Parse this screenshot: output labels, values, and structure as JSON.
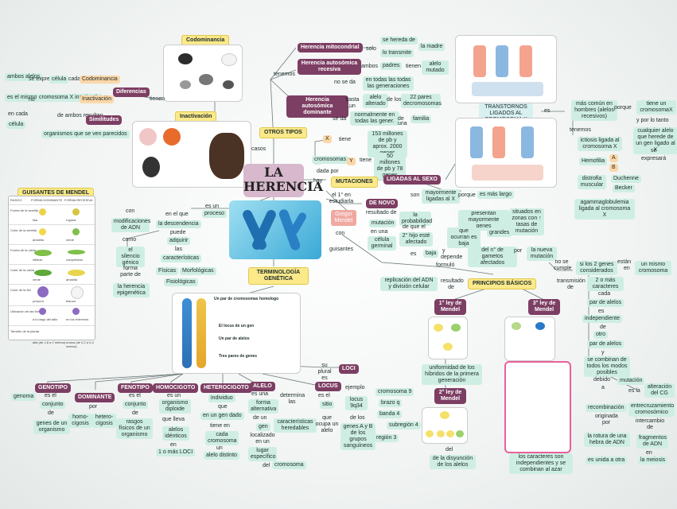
{
  "title": "LA HERENCIA",
  "colors": {
    "purple": "#7d3e63",
    "green": "#cfeee3",
    "yellow": "#fbe98a",
    "teal": "#d8f0f0",
    "orange": "#fbd7a8"
  },
  "codominancia": {
    "title": "Codominancia",
    "left": [
      "ambos alelos",
      "se expresa",
      "célula",
      "cada",
      "Codominancia"
    ],
    "diferencias": "Diferencias",
    "tienen": "tienen",
    "inact": [
      "es el mismo",
      "no",
      "cromosoma X inactivado",
      "Inactivación",
      "en cada",
      "célula"
    ],
    "sim": [
      "de ambos resultan",
      "Similitudes",
      "organismos que se ven parecidos"
    ]
  },
  "inactivacion": {
    "title": "Inactivación"
  },
  "otros": {
    "title": "OTROS TIPOS",
    "tenemos": "tenemos",
    "casos": "casos",
    "mito": "Herencia mitocondrial",
    "mito_solo": "solo",
    "mito_a": "se hereda de",
    "mito_b": "la madre",
    "mito_c": "lo transmite",
    "rec": "Herencia autosómica recesiva",
    "rec_ambos": "ambos",
    "rec_padres": "padres",
    "rec_tienen": "tienen",
    "rec_alelo": "alelo mutado",
    "rec_nose": "no se da",
    "rec_gen": "en todas las todas las generaciones",
    "dom": "Herencia autosómica dominante",
    "dom_basta": "basta un",
    "dom_alelo": "alelo alterado",
    "dom_de": "de los",
    "dom_pares": "22 pares decromosomas",
    "dom_seda": "se da",
    "dom_norm": "normalmente en todas las gener.",
    "dom_de2": "de",
    "dom_una": "una",
    "dom_fam": "familia"
  },
  "cromosomas": {
    "x": "X",
    "tiene": "tiene",
    "x_val": "153 millones de pb y aprox. 2000 genes",
    "crom": "cromosomas",
    "y": "Y",
    "y_val": "50 millones de pb y 78 genes",
    "dada": "dada por",
    "hay": "hay"
  },
  "ligadas": {
    "title": "LIGADAS AL SEXO",
    "son": "son",
    "mayormente": "mayormente ligadas al X",
    "porque": "porque",
    "largo": "es más largo",
    "trastornos": "TRANSTORNOS LIGADOS AL CROMOSOMA X",
    "es": "es",
    "comun": "más común en hombres (alelos recesivos)",
    "porque2": "porque",
    "tiene": "tiene un cromosomaX",
    "y_por_lo": "y por lo tanto",
    "cualquier": "cualquier alelo que herede de un gen ligado al X",
    "se": "se",
    "expresara": "expresará",
    "tenemos": "tenemos",
    "ictiosis": "ictiosis ligada al cromosoma X",
    "hemofilia": "Hemofilia",
    "a": "A",
    "b": "B",
    "distrofia": "distrofia muscular",
    "duchenne": "Duchenne",
    "becker": "Becker",
    "agamma": "agammaglobulemia ligada al cromosoma X"
  },
  "mutaciones": {
    "title": "MUTACIONES",
    "denovo": "DE NOVO",
    "resultado": "resultado de",
    "mut": "mutación",
    "enuna": "en una",
    "celula": "célula germinal",
    "prob": "la probabilidad",
    "dequeel": "de que el",
    "hijo": "2° hijo esté afectado",
    "es": "es",
    "baja": "baja",
    "presentan": "presentan mayormente genes",
    "situados": "situados en zonas con ↑ tasas de mutación",
    "grandes": "grandes",
    "ocurran": "que ocurran es baja",
    "y": "y",
    "depende": "depende",
    "gametos": "del n° de gametos afectados",
    "por": "por",
    "nueva": "la nueva mutación",
    "estudiarla": "el 1° en estudiarla",
    "gregor": "Gregor Mendel",
    "con": "con",
    "guisantes": "guisantes",
    "formulo": "formuló"
  },
  "principios": {
    "title": "PRINCIPIOS BÁSICOS",
    "replic": "replicación del ADN y división celular",
    "resultado": "resultado de",
    "ley1": "1° ley de Mendel",
    "ley2": "2° ley de Mendel",
    "ley3": "3° ley de Mendel",
    "unif": "uniformidad de los híbridos de la primera generación",
    "disy": "de la disyunción de los alelos",
    "del": "del",
    "indep": "los caracteres son independientes y se combinan al azar",
    "nose": "no se cumple",
    "si": "si los 2 genes considerados",
    "estan": "están",
    "en": "en",
    "mismo": "un mismo cromosoma",
    "trans": "transmisión de",
    "dos": "2 o más caracteres",
    "cada": "cada",
    "par": "par de alelos",
    "es": "es",
    "indep2": "independiente",
    "de": "de",
    "otro": "otro",
    "par2": "par de alelos",
    "y": "y",
    "combinan": "se combinan de todos los modos posibles",
    "debido": "debido",
    "a": "a",
    "mut": "mutación",
    "esla": "es la",
    "alter": "alteración del CG",
    "recomb": "recombinación",
    "entrecruz": "entrecruzamiento cromosómico",
    "originada": "originada por",
    "intercambio": "intercambio de",
    "rotura": "la rotura de una hebra de ADN",
    "fragm": "fragmentos de ADN",
    "unida": "es unida a otra",
    "meiosis": "la meiosis"
  },
  "guisantes": {
    "title": "GUISANTES DE MENDEL",
    "headers": [
      "RASGO",
      "FORMA DOMINANTE",
      "FORMA RECESIVA"
    ],
    "rows": [
      "Forma de la semilla",
      "Color de la semilla",
      "Forma de la vaina",
      "Color de la vaina",
      "Color de la flor",
      "Ubicación de las flores",
      "Tamaño de la planta"
    ],
    "dom": [
      "lisa",
      "amarilla",
      "inflada",
      "verde",
      "púrpura",
      "a lo largo del tallo",
      "alta (de 1,8 a 2 metros)"
    ],
    "rec": [
      "rugosa",
      "verde",
      "comprimida",
      "amarilla",
      "blanca",
      "en los extremos",
      "enana (de 0,2 a 0,4 metros)"
    ]
  },
  "terminologia": {
    "title": "TERMINOLOGÍA GENÉTICA",
    "es_un": "es un",
    "proceso": "proceso",
    "en_el_que": "en el que",
    "desc": "la descendencia",
    "puede": "puede",
    "adquirir": "adquirir",
    "las": "las",
    "car": "características",
    "fis": "Físicas",
    "mor": "Morfológicas",
    "fisio": "Fisiológicas",
    "con": "con",
    "modif": "modificaciones de ADN",
    "como": "como",
    "sil": "el silencio génico",
    "forma": "forma parte de",
    "epi": "la herencia epigenética",
    "img1": "Un par de cromosomas homologo",
    "img2": "El locus de un gen",
    "img3": "Un par de alelos",
    "img4": "Tres pares de genes",
    "plural": "su plural es",
    "loci": "LOCI"
  },
  "terms": {
    "genotipo": "GENOTIPO",
    "g_es": "es el",
    "g_conj": "conjunto",
    "g_de": "de",
    "g_genes": "genes de un organismo",
    "genoma": "genoma",
    "dominante": "DOMINANTE",
    "d_por": "por",
    "d_homo": "homo-cigosis",
    "d_hetero": "hetero-cigosis",
    "fenotipo": "FENOTIPO",
    "f_es": "es el",
    "f_conj": "conjunto",
    "f_de": "de",
    "f_rasgos": "rasgos físicos de un organismo",
    "homocigoto": "HOMOCIGOTO",
    "h_es": "es un",
    "h_org": "organismo diploide",
    "h_que": "que lleva",
    "h_alelos": "alelos idénticos",
    "h_en": "en",
    "h_loci": "1 o más LOCI",
    "heterocigoto": "HETEROCIGOTO",
    "he_ind": "individuo",
    "he_que": "que",
    "he_gen": "en un gen dado",
    "he_tiene": "tiene en",
    "he_cada": "cada cromosoma",
    "he_un": "un",
    "he_dist": "alelo distinto",
    "alelo": "ALELO",
    "a_esuna": "es una",
    "a_forma": "forma alternativa",
    "a_de": "de un",
    "a_gen": "gen",
    "a_loc": "localizado en un",
    "a_lugar": "lugar específico",
    "a_del": "del",
    "a_crom": "cromosoma",
    "a_det": "determina las",
    "a_car": "características heredables",
    "locus": "LOCUS",
    "l_es": "es el",
    "l_sitio": "sitio",
    "l_que": "que ocupa un alelo",
    "l_ejemplo": "ejemplo",
    "l_locus": "locus 9q34",
    "l_crom": "cromosoma 9",
    "l_brazo": "brazo q",
    "l_banda": "banda 4",
    "l_sub": "subregión 4",
    "l_reg": "región 3",
    "l_de": "de los",
    "l_genes": "genes A y B de los grupos sanguíneos"
  }
}
